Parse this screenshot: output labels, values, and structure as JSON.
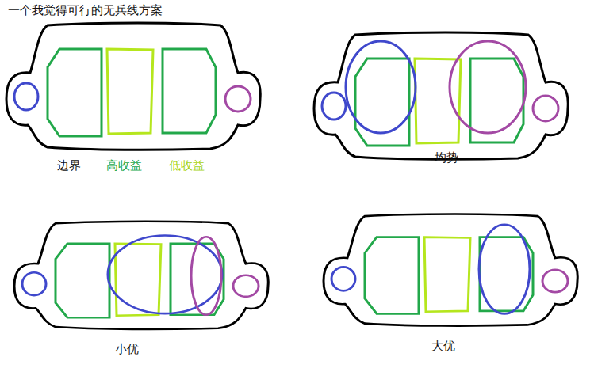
{
  "diagram": {
    "title": "一个我觉得可行的无兵线方案",
    "labels": [
      "边界",
      "高收益",
      "低收益",
      "均势",
      "小优",
      "大优"
    ]
  }
}
